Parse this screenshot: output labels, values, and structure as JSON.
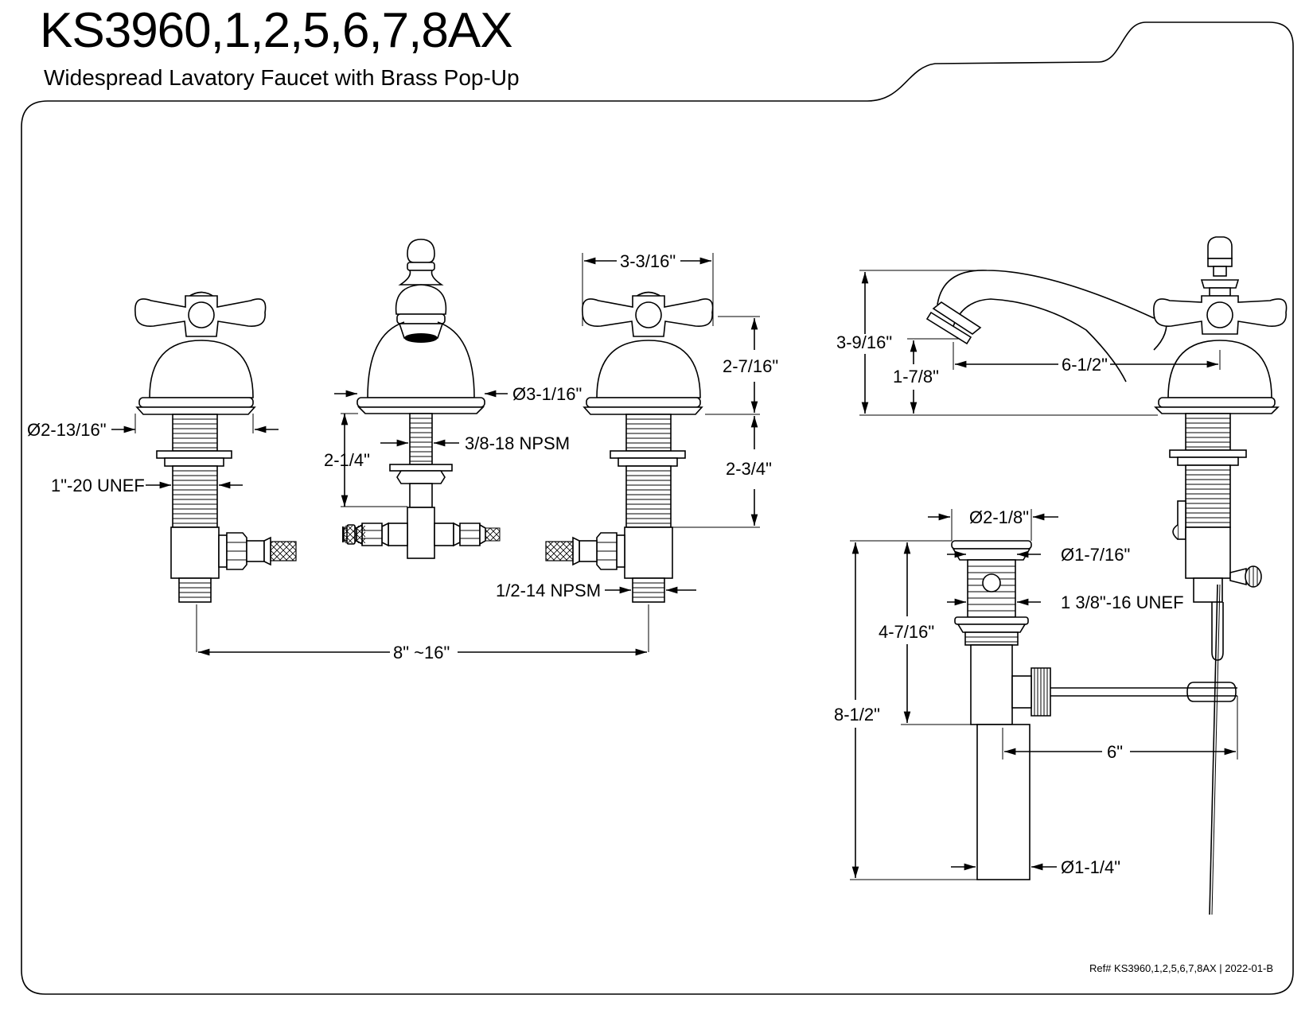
{
  "header": {
    "title": "KS3960,1,2,5,6,7,8AX",
    "subtitle": "Widespread Lavatory Faucet with Brass Pop-Up"
  },
  "footer": {
    "ref": "Ref# KS3960,1,2,5,6,7,8AX | 2022-01-B"
  },
  "dimensions": {
    "handle_base_dia": "Ø2-13/16\"",
    "stem_thread": "1\"-20 UNEF",
    "spout_base_dia": "Ø3-1/16\"",
    "supply_thread": "3/8-18 NPSM",
    "shank_length_center": "2-1/4\"",
    "handle_width": "3-3/16\"",
    "handle_height": "2-7/16\"",
    "shank_length_right": "2-3/4\"",
    "valve_outlet": "1/2-14 NPSM",
    "center_spread": "8\" ~16\"",
    "spout_height": "3-9/16\"",
    "spout_outlet_height": "1-7/8\"",
    "spout_reach": "6-1/2\"",
    "flange_dia": "Ø2-1/8\"",
    "stopper_dia": "Ø1-7/16\"",
    "drain_thread": "1 3/8\"-16 UNEF",
    "drain_body_length": "4-7/16\"",
    "drain_total_length": "8-1/2\"",
    "rod_length": "6\"",
    "tailpiece_dia": "Ø1-1/4\""
  }
}
